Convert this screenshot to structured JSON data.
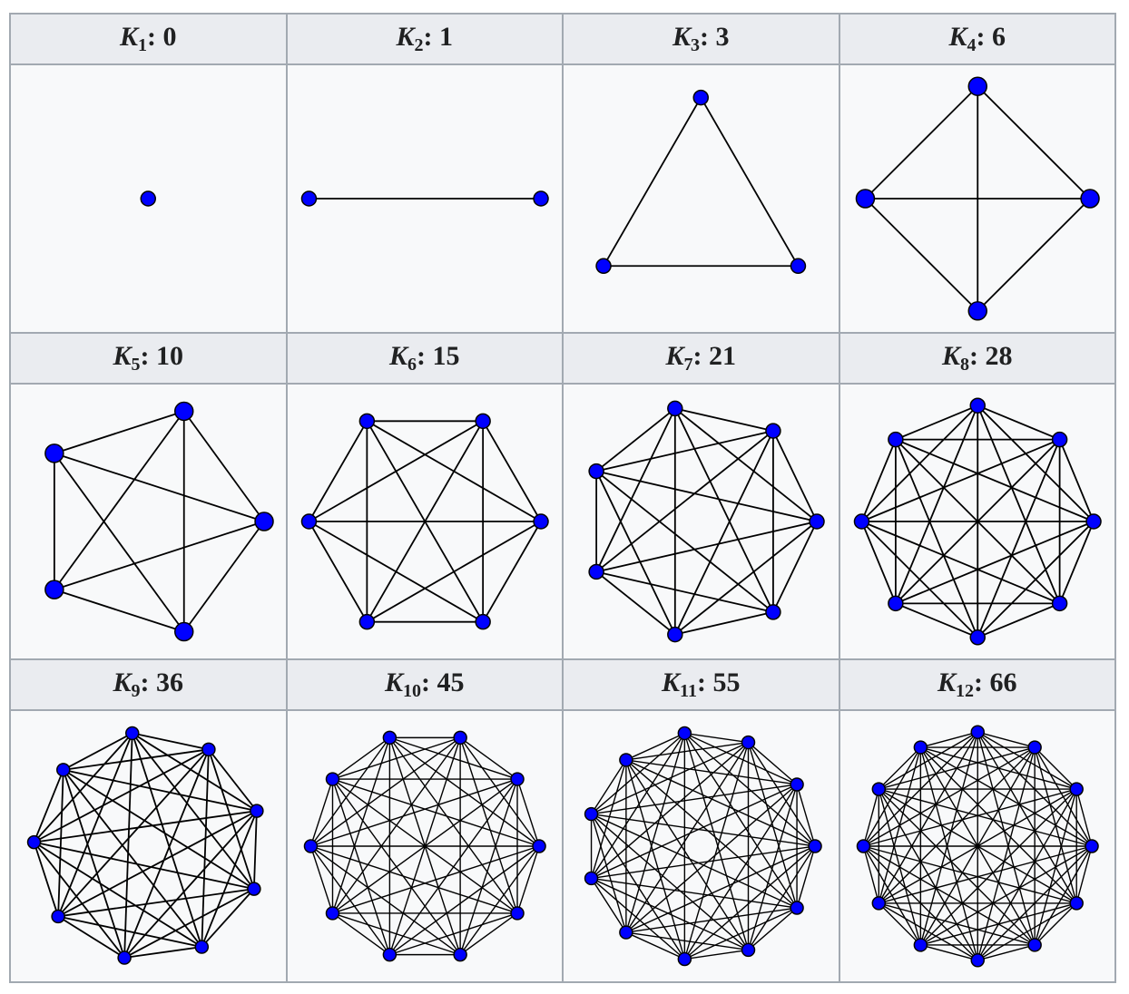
{
  "graphs": [
    {
      "letter": "K",
      "n": "1",
      "edges": "0"
    },
    {
      "letter": "K",
      "n": "2",
      "edges": "1"
    },
    {
      "letter": "K",
      "n": "3",
      "edges": "3"
    },
    {
      "letter": "K",
      "n": "4",
      "edges": "6"
    },
    {
      "letter": "K",
      "n": "5",
      "edges": "10"
    },
    {
      "letter": "K",
      "n": "6",
      "edges": "15"
    },
    {
      "letter": "K",
      "n": "7",
      "edges": "21"
    },
    {
      "letter": "K",
      "n": "8",
      "edges": "28"
    },
    {
      "letter": "K",
      "n": "9",
      "edges": "36"
    },
    {
      "letter": "K",
      "n": "10",
      "edges": "45"
    },
    {
      "letter": "K",
      "n": "11",
      "edges": "55"
    },
    {
      "letter": "K",
      "n": "12",
      "edges": "66"
    }
  ],
  "colors": {
    "vertex_fill": "#0000ff",
    "vertex_stroke": "#000000",
    "edge": "#000000",
    "header_bg": "#eaecf0",
    "cell_bg": "#f8f9fa",
    "border": "#a2a9b1"
  }
}
